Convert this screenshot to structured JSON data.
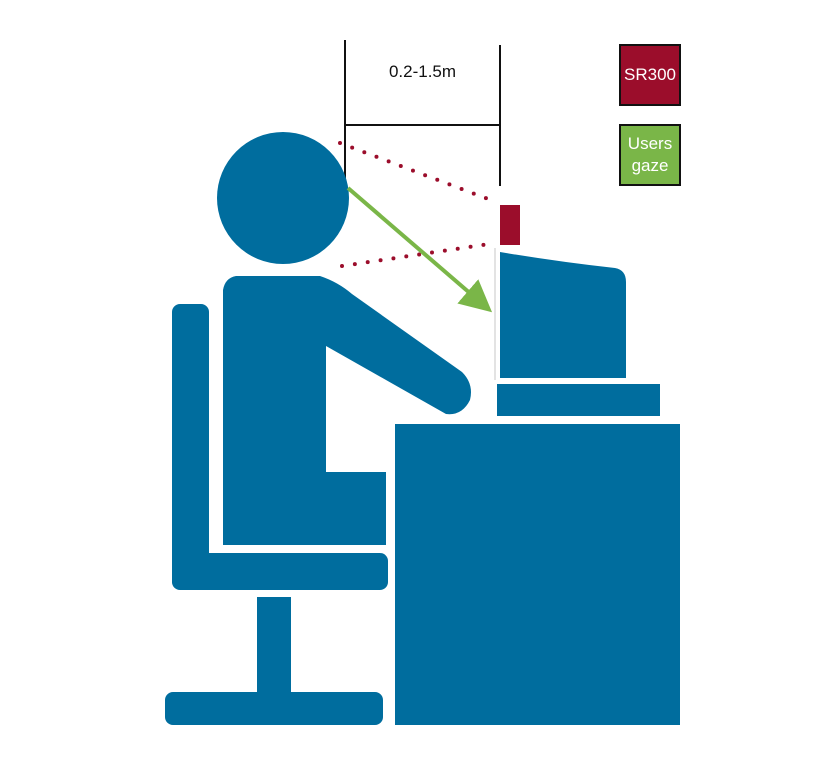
{
  "dimension": {
    "label": "0.2-1.5m"
  },
  "legend": {
    "sensor": {
      "label": "SR300",
      "color": "#9b0d2b"
    },
    "gaze": {
      "line1": "Users",
      "line2": "gaze",
      "color": "#7ab648"
    }
  },
  "colors": {
    "figure": "#006d9e",
    "dimension_lines": "#111111",
    "sensor_field": "#9b0d2b",
    "gaze_arrow": "#7ab648"
  }
}
